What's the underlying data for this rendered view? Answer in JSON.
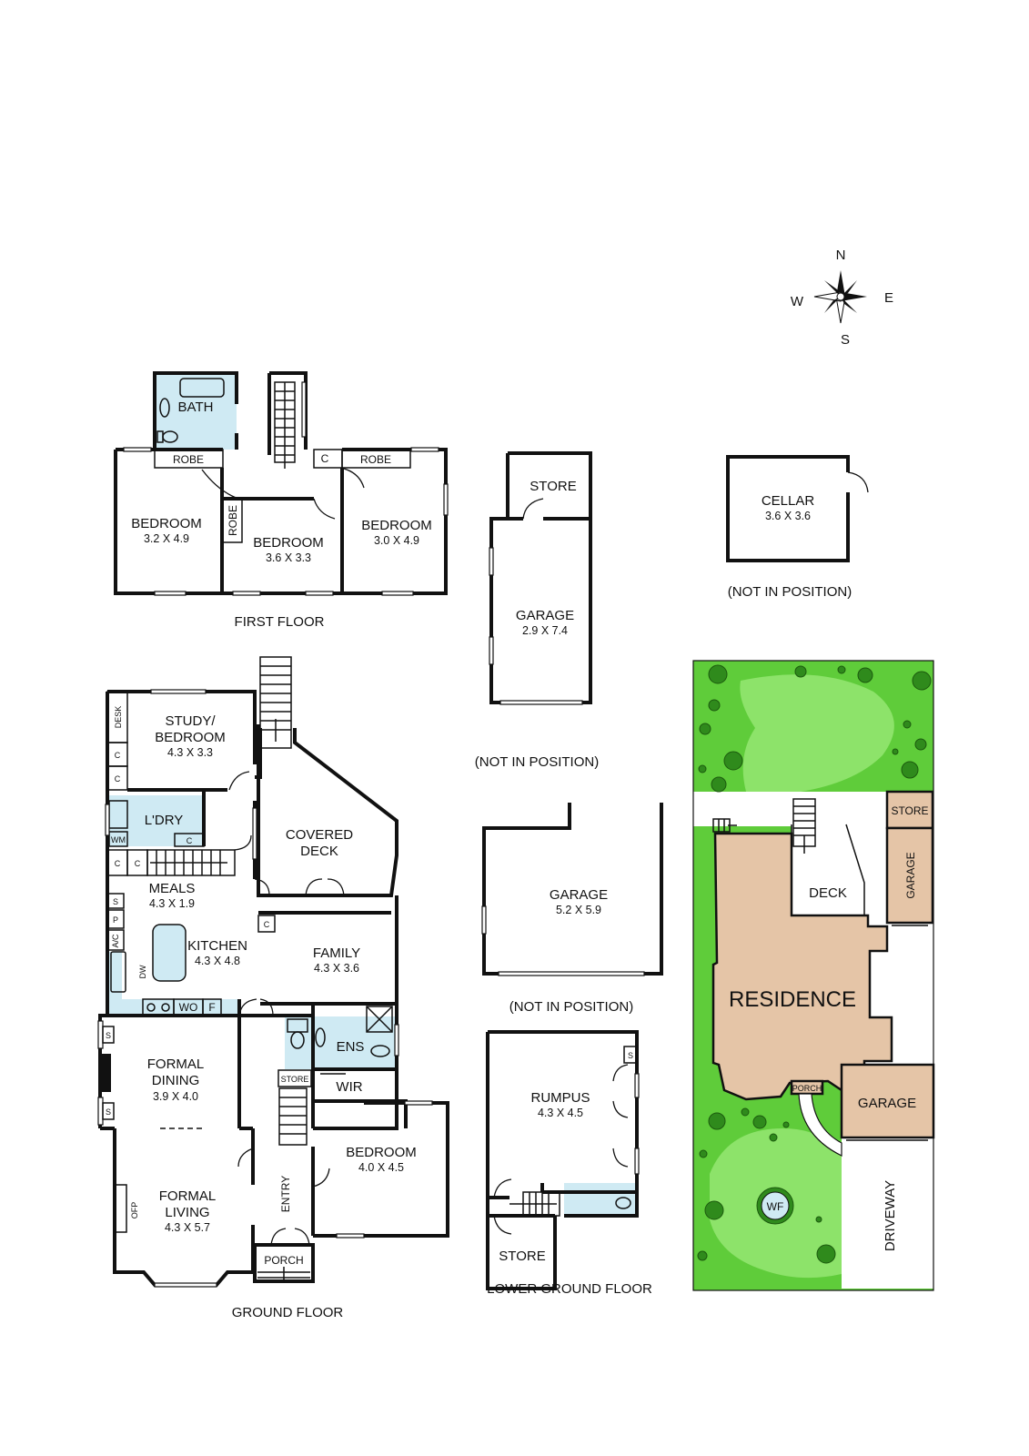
{
  "compass": {
    "n": "N",
    "s": "S",
    "e": "E",
    "w": "W"
  },
  "first_floor": {
    "caption": "FIRST FLOOR",
    "bath": "BATH",
    "robe_left": "ROBE",
    "robe_right": "ROBE",
    "robe_vertical": "ROBE",
    "c_label": "C",
    "bedroom1": {
      "name": "BEDROOM",
      "size": "3.2 X 4.9"
    },
    "bedroom2": {
      "name": "BEDROOM",
      "size": "3.6 X 3.3"
    },
    "bedroom3": {
      "name": "BEDROOM",
      "size": "3.0 X 4.9"
    }
  },
  "garage_small": {
    "store": "STORE",
    "name": "GARAGE",
    "size": "2.9 X 7.4",
    "note": "(NOT IN POSITION)"
  },
  "cellar": {
    "name": "CELLAR",
    "size": "3.6 X 3.6",
    "note": "(NOT IN POSITION)"
  },
  "garage_large": {
    "name": "GARAGE",
    "size": "5.2 X 5.9",
    "note": "(NOT IN POSITION)"
  },
  "ground_floor": {
    "caption": "GROUND FLOOR",
    "desk": "DESK",
    "c": "C",
    "study": {
      "name1": "STUDY/",
      "name2": "BEDROOM",
      "size": "4.3 X 3.3"
    },
    "laundry": "L'DRY",
    "wm": "WM",
    "covered_deck": {
      "line1": "COVERED",
      "line2": "DECK"
    },
    "meals": {
      "name": "MEALS",
      "size": "4.3 X 1.9"
    },
    "s": "S",
    "p": "P",
    "ac": "A/C",
    "dw": "DW",
    "kitchen": {
      "name": "KITCHEN",
      "size": "4.3 X 4.8"
    },
    "family": {
      "name": "FAMILY",
      "size": "4.3 X 3.6"
    },
    "wo": "WO",
    "f": "F",
    "ens": "ENS",
    "wir": "WIR",
    "store": "STORE",
    "formal_dining": {
      "line1": "FORMAL",
      "line2": "DINING",
      "size": "3.9 X 4.0"
    },
    "formal_living": {
      "line1": "FORMAL",
      "line2": "LIVING",
      "size": "4.3 X 5.7"
    },
    "ofp": "OFP",
    "entry": "ENTRY",
    "bedroom": {
      "name": "BEDROOM",
      "size": "4.0 X 4.5"
    },
    "porch": "PORCH"
  },
  "lower_ground": {
    "caption": "LOWER GROUND FLOOR",
    "rumpus": {
      "name": "RUMPUS",
      "size": "4.3 X 4.5"
    },
    "store": "STORE",
    "s": "S"
  },
  "site_plan": {
    "store": "STORE",
    "garage_vertical": "GARAGE",
    "deck": "DECK",
    "residence": "RESIDENCE",
    "porch": "PORCH",
    "garage": "GARAGE",
    "wf": "WF",
    "driveway": "DRIVEWAY"
  }
}
